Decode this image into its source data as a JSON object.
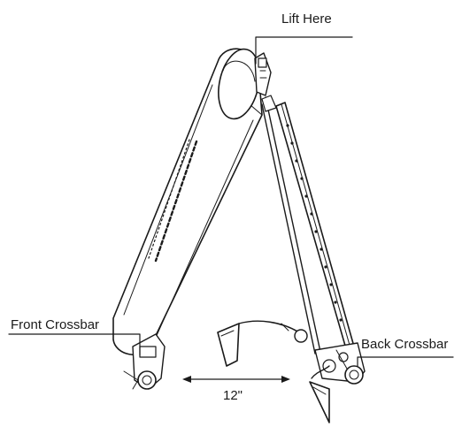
{
  "labels": {
    "lift_here": "Lift Here",
    "front_crossbar": "Front Crossbar",
    "back_crossbar": "Back Crossbar",
    "distance": "12\""
  },
  "colors": {
    "ink": "#1a1a1a",
    "background": "#ffffff"
  }
}
